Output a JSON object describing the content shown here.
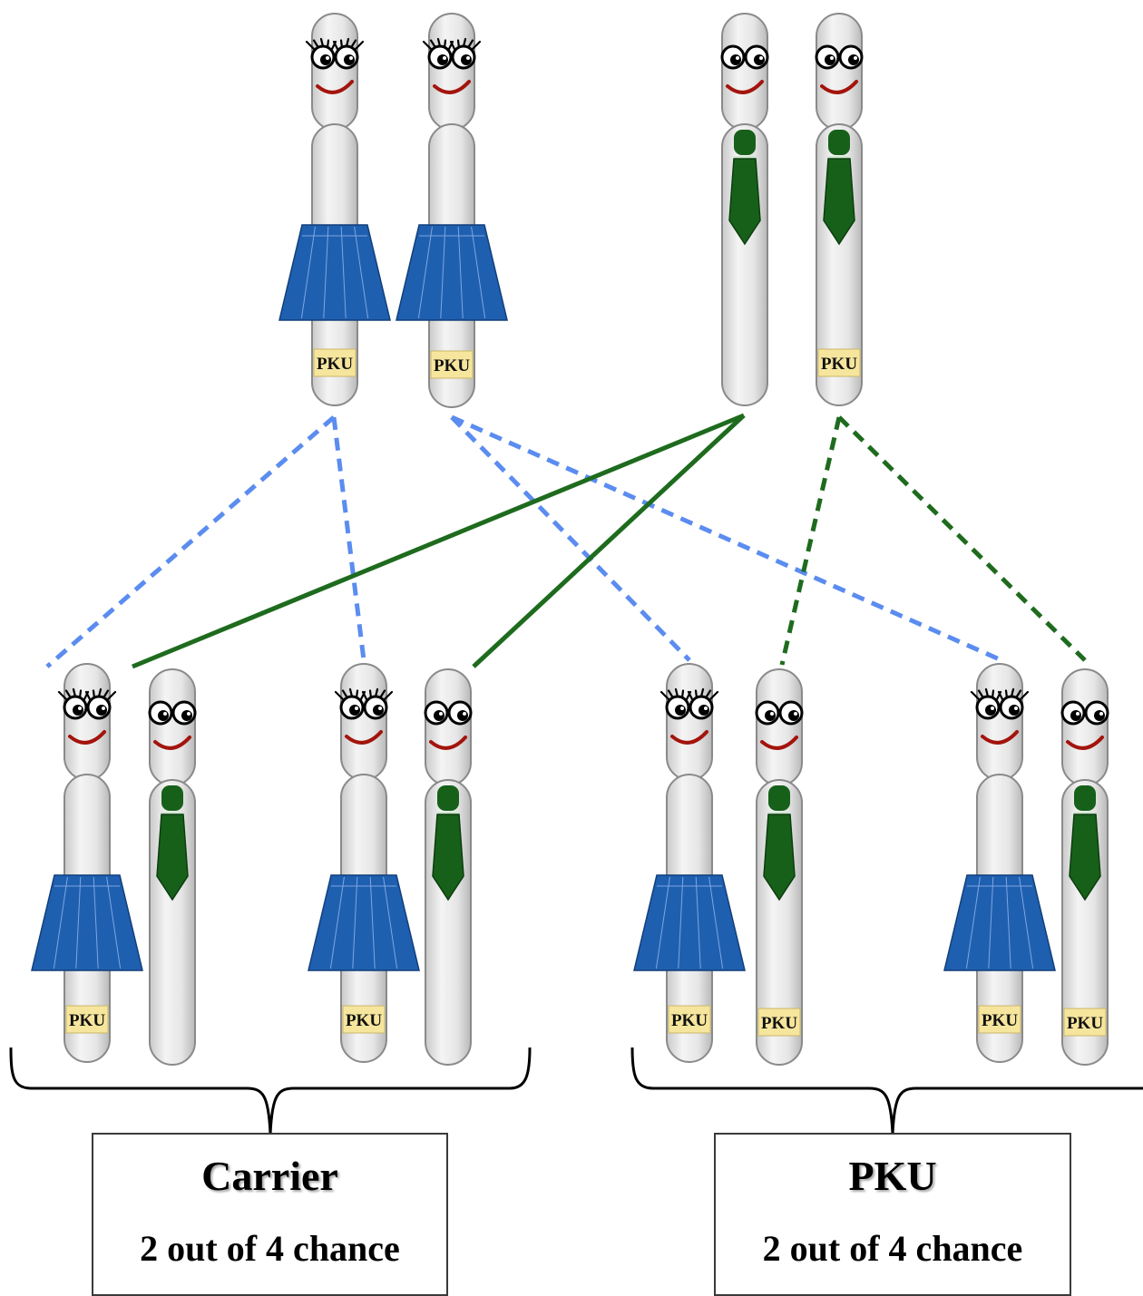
{
  "gene_label": "PKU",
  "colors": {
    "chromosome": "#e4e4e4",
    "chromosome_edge": "#8a8a8a",
    "skirt": "#1f5fb0",
    "tie": "#17601a",
    "gene_band": "#f6e59c",
    "mother_line": "#5b8cf0",
    "father_line": "#1e6b1e",
    "smile": "#a3140c"
  },
  "parents": {
    "mother": {
      "chromosomes": [
        {
          "sex": "female",
          "pku": true
        },
        {
          "sex": "female",
          "pku": true
        }
      ]
    },
    "father": {
      "chromosomes": [
        {
          "sex": "male",
          "pku": false
        },
        {
          "sex": "male",
          "pku": true
        }
      ]
    }
  },
  "offspring": [
    {
      "female_pku": true,
      "male_pku": false
    },
    {
      "female_pku": true,
      "male_pku": false
    },
    {
      "female_pku": true,
      "male_pku": true
    },
    {
      "female_pku": true,
      "male_pku": true
    }
  ],
  "outcomes": [
    {
      "title": "Carrier",
      "chance": "2 out of 4 chance"
    },
    {
      "title": "PKU",
      "chance": "2 out of 4 chance"
    }
  ]
}
